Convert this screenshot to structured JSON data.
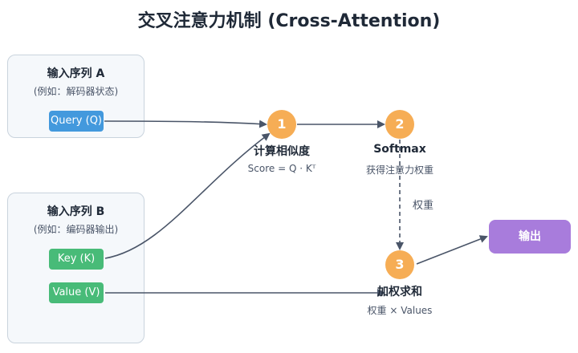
{
  "title": "交叉注意力机制 (Cross-Attention)",
  "input_a": {
    "title": "输入序列 A",
    "subtitle": "(例如：解码器状态)",
    "query_label": "Query (Q)"
  },
  "input_b": {
    "title": "输入序列 B",
    "subtitle": "(例如：编码器输出)",
    "key_label": "Key (K)",
    "value_label": "Value (V)"
  },
  "steps": [
    {
      "number": "1",
      "label": "计算相似度",
      "sub": "Score = Q · Kᵀ"
    },
    {
      "number": "2",
      "label": "Softmax",
      "sub": "获得注意力权重"
    },
    {
      "number": "3",
      "label": "加权求和",
      "sub": "权重 × Values"
    }
  ],
  "weight_label": "权重",
  "output_label": "输出",
  "colors": {
    "query": "#4399dd",
    "key_value": "#48bb78",
    "node": "#f6ad55",
    "output": "#a87cdc",
    "arrow": "#4a5568"
  }
}
